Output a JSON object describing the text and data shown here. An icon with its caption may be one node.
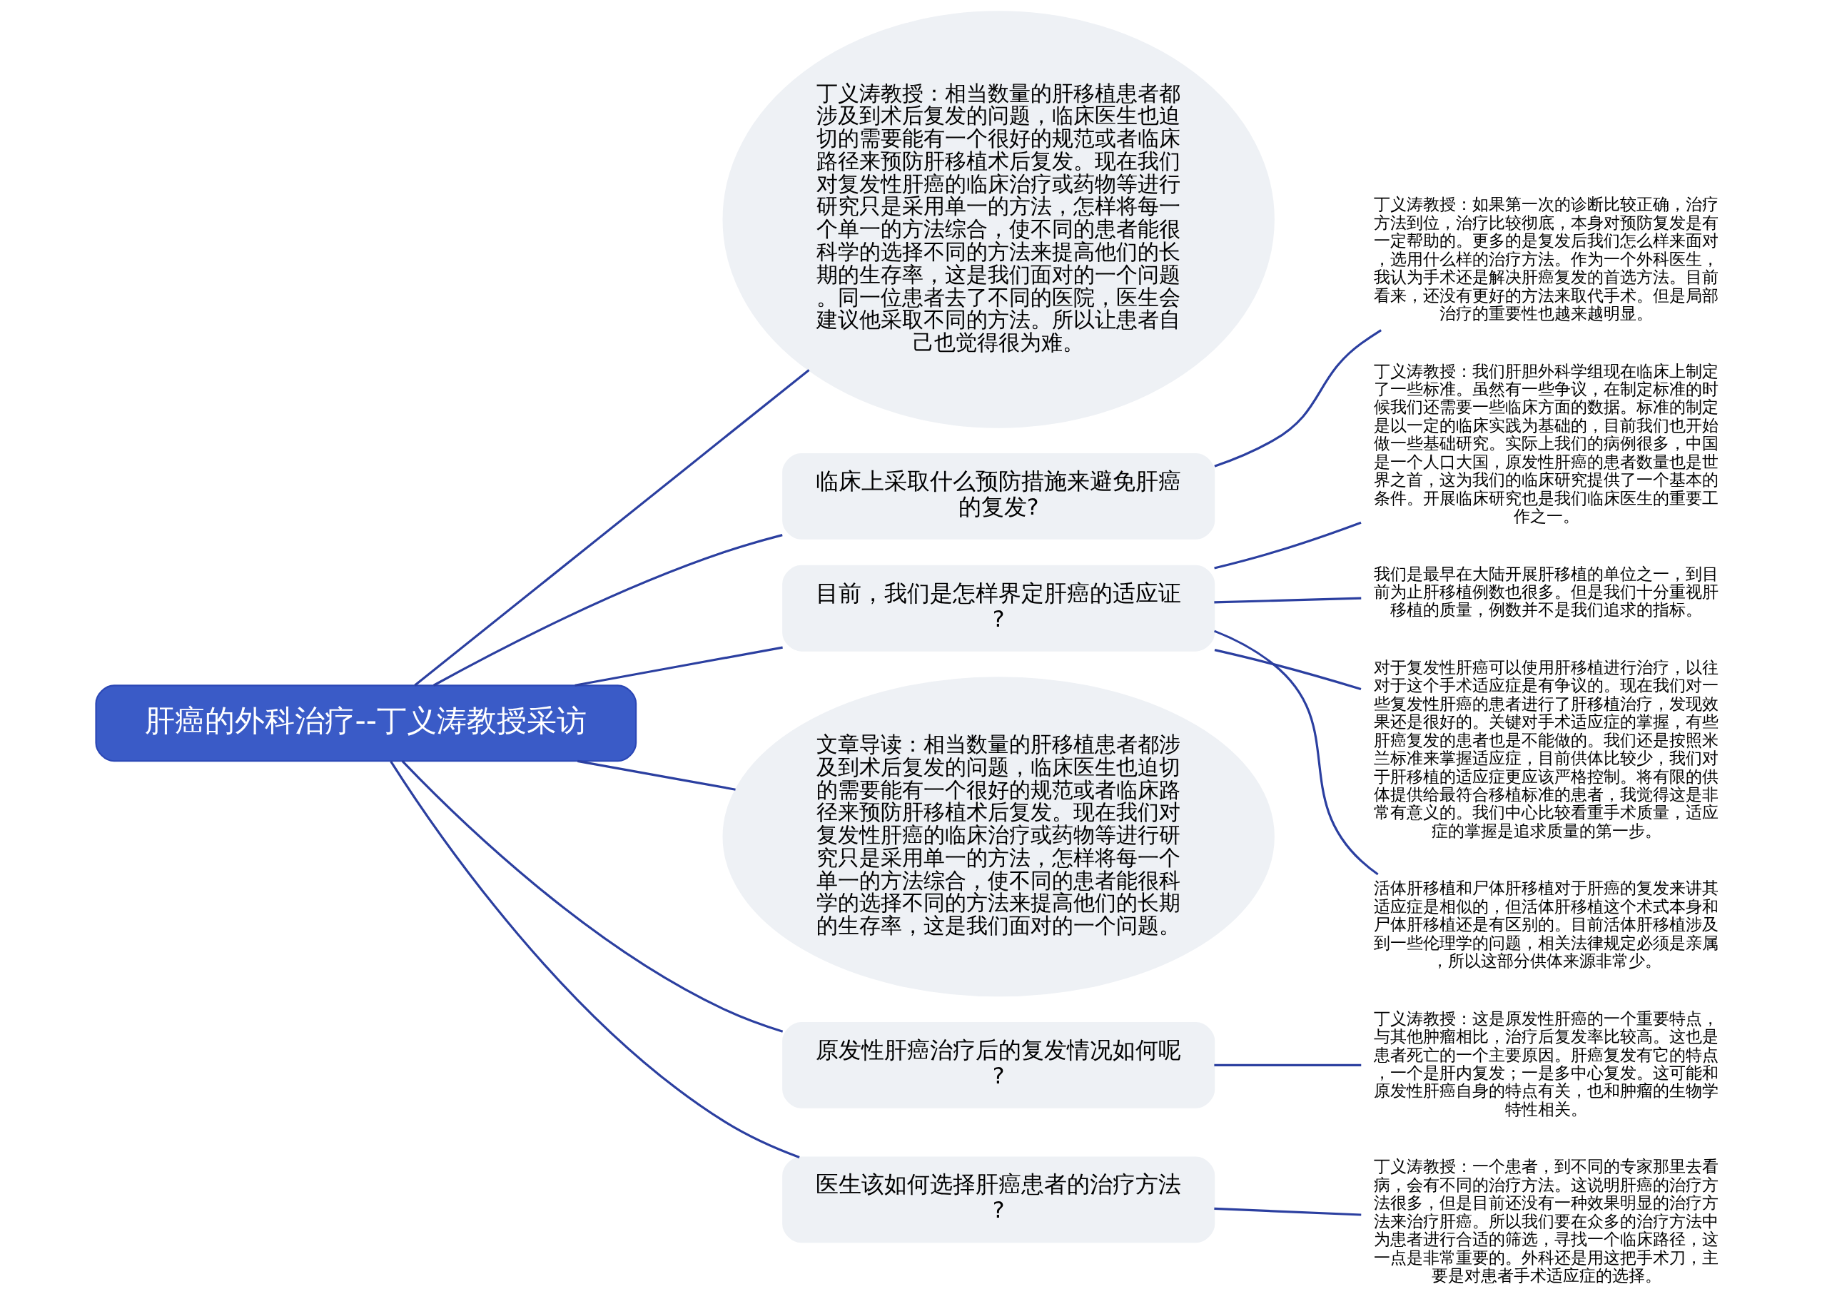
{
  "diagram": {
    "nodes": [
      {
        "text": [
          "肝癌的外科治疗--丁义涛教授采访"
        ]
      },
      {
        "text": [
          "丁义涛教授：相当数量的肝移植患者都涉及到术后复发的问题，临床医生也迫切的需要能有一个很好的规范或者临床路径来预防肝移植术后复发。现在我们对复发性肝癌的临床治疗或药物等进行研究只是采用单一的方法，怎样将每一个单一的方法综合，使不同的患者能很科学的选择不同的方法来提高他们的长期的生存率，这是我们面对的一个问题。同一位患者去了不同的医院，医生会建议他采取不同的方法。所以让患者自己也觉得很为难。"
        ]
      },
      {
        "text": [
          "临床上采取什么预防措施来避免肝癌的复发?"
        ]
      },
      {
        "text": [
          "丁义涛教授：如果第一次的诊断比较正确，治疗方法到位，治疗比较彻底，本身对预防复发是有一定帮助的。更多的是复发后我们怎么样来面对，选用什么样的治疗方法。作为一个外科医生，我认为手术还是解决肝癌复发的首选方法。目前看来，还没有更好的方法来取代手术。但是局部治疗的重要性也越来越明显。"
        ]
      },
      {
        "text": [
          "目前，我们是怎样界定肝癌的适应证?"
        ]
      },
      {
        "text": [
          "丁义涛教授：我们肝胆外科学组现在临床上制定了一些标准。虽然有一些争议，在制定标准的时候我们还需要一些临床方面的数据。标准的制定是以一定的临床实践为基础的，目前我们也开始做一些基础研究。实际上我们的病例很多，中国是一个人口大国，原发性肝癌的患者数量也是世界之首，这为我们的临床研究提供了一个基本的条件。开展临床研究也是我们临床医生的重要工作之一。"
        ]
      },
      {
        "text": [
          "我们是最早在大陆开展肝移植的单位之一，到目前为止肝移植例数也很多。但是我们十分重视肝移植的质量，例数并不是我们追求的指标。"
        ]
      },
      {
        "text": [
          "对于复发性肝癌可以使用肝移植进行治疗，以往对于这个手术适应症是有争议的。现在我们对一些复发性肝癌的患者进行了肝移植治疗，发现效果还是很好的。关键对手术适应症的掌握，有些肝癌复发的患者也是不能做的。我们还是按照米兰标准来掌握适应症，目前供体比较少，我们对于肝移植的适应症更应该严格控制。将有限的供体提供给最符合移植标准的患者，我觉得这是非常有意义的。我们中心比较看重手术质量，适应症的掌握是追求质量的第一步。"
        ]
      },
      {
        "text": [
          "活体肝移植和尸体肝移植对于肝癌的复发来讲其适应症是相似的，但活体肝移植这个术式本身和尸体肝移植还是有区别的。目前活体肝移植涉及到一些伦理学的问题，相关法律规定必须是亲属，所以这部分供体来源非常少。"
        ]
      },
      {
        "text": [
          "文章导读：相当数量的肝移植患者都涉及到术后复发的问题，临床医生也迫切的需要能有一个很好的规范或者临床路径来预防肝移植术后复发。现在我们对复发性肝癌的临床治疗或药物等进行研究只是采用单一的方法，怎样将每一个单一的方法综合，使不同的患者能很科学的选择不同的方法来提高他们的长期的生存率，这是我们面对的一个问题。"
        ]
      },
      {
        "text": [
          "原发性肝癌治疗后的复发情况如何呢?"
        ]
      },
      {
        "text": [
          "丁义涛教授：这是原发性肝癌的一个重要特点，与其他肿瘤相比，治疗后复发率比较高。这也是患者死亡的一个主要原因。肝癌复发有它的特点，一个是肝内复发；一是多中心复发。这可能和原发性肝癌自身的特点有关，也和肿瘤的生物学特性相关。"
        ]
      },
      {
        "text": [
          "医生该如何选择肝癌患者的治疗方法?"
        ]
      },
      {
        "text": [
          "丁义涛教授：一个患者，到不同的专家那里去看病，会有不同的治疗方法。这说明肝癌的治疗方法很多，但是目前还没有一种效果明显的治疗方法来治疗肝癌。所以我们要在众多的治疗方法中为患者进行合适的筛选，寻找一个临床路径，这一点是非常重要的。外科还是用这把手术刀，主要是对患者手术适应症的选择。"
        ]
      }
    ],
    "edges": [
      {
        "from": 0,
        "to": 1,
        "arrow": "none"
      },
      {
        "from": 0,
        "to": 2,
        "arrow": "none"
      },
      {
        "from": 2,
        "to": 3,
        "arrow": "none"
      },
      {
        "from": 0,
        "to": 4,
        "arrow": "none"
      },
      {
        "from": 4,
        "to": 5,
        "arrow": "none"
      },
      {
        "from": 4,
        "to": 6,
        "arrow": "none"
      },
      {
        "from": 4,
        "to": 7,
        "arrow": "none"
      },
      {
        "from": 4,
        "to": 8,
        "arrow": "none"
      },
      {
        "from": 0,
        "to": 9,
        "arrow": "none"
      },
      {
        "from": 0,
        "to": 10,
        "arrow": "none"
      },
      {
        "from": 10,
        "to": 11,
        "arrow": "none"
      },
      {
        "from": 0,
        "to": 12,
        "arrow": "none"
      },
      {
        "from": 12,
        "to": 13,
        "arrow": "none"
      }
    ]
  }
}
